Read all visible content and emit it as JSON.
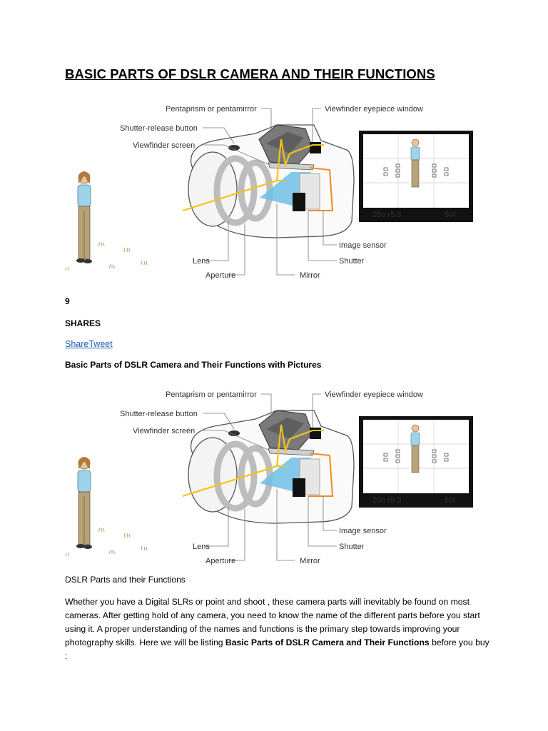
{
  "document": {
    "title": "BASIC PARTS OF DSLR CAMERA AND THEIR FUNCTIONS",
    "shares_count": "9",
    "shares_label": "SHARES",
    "share_link": "ShareTweet",
    "subheading": "Basic Parts of DSLR Camera and Their Functions with Pictures",
    "section_heading": "DSLR Parts and their Functions",
    "paragraph": {
      "text": "Whether you have a Digital SLRs or point and shoot , these camera parts will inevitably be found on most cameras. After getting hold of any camera, you need to know the name of the different parts before you start using it. A proper understanding of the names and functions is the primary step towards improving your photography skills. Here we will be listing ",
      "bold": "Basic Parts of DSLR Camera and Their Functions",
      "tail": " before you buy :"
    }
  },
  "diagram": {
    "labels": {
      "pentaprism": "Pentaprism or pentamirror",
      "shutter_release": "Shutter-release button",
      "viewfinder_screen": "Viewfinder screen",
      "viewfinder_eyepiece": "Viewfinder eyepiece window",
      "image_sensor": "Image sensor",
      "shutter": "Shutter",
      "lens": "Lens",
      "aperture": "Aperture",
      "mirror": "Mirror"
    },
    "lcd": {
      "left": "25o r5.3",
      "right": "50l"
    }
  }
}
